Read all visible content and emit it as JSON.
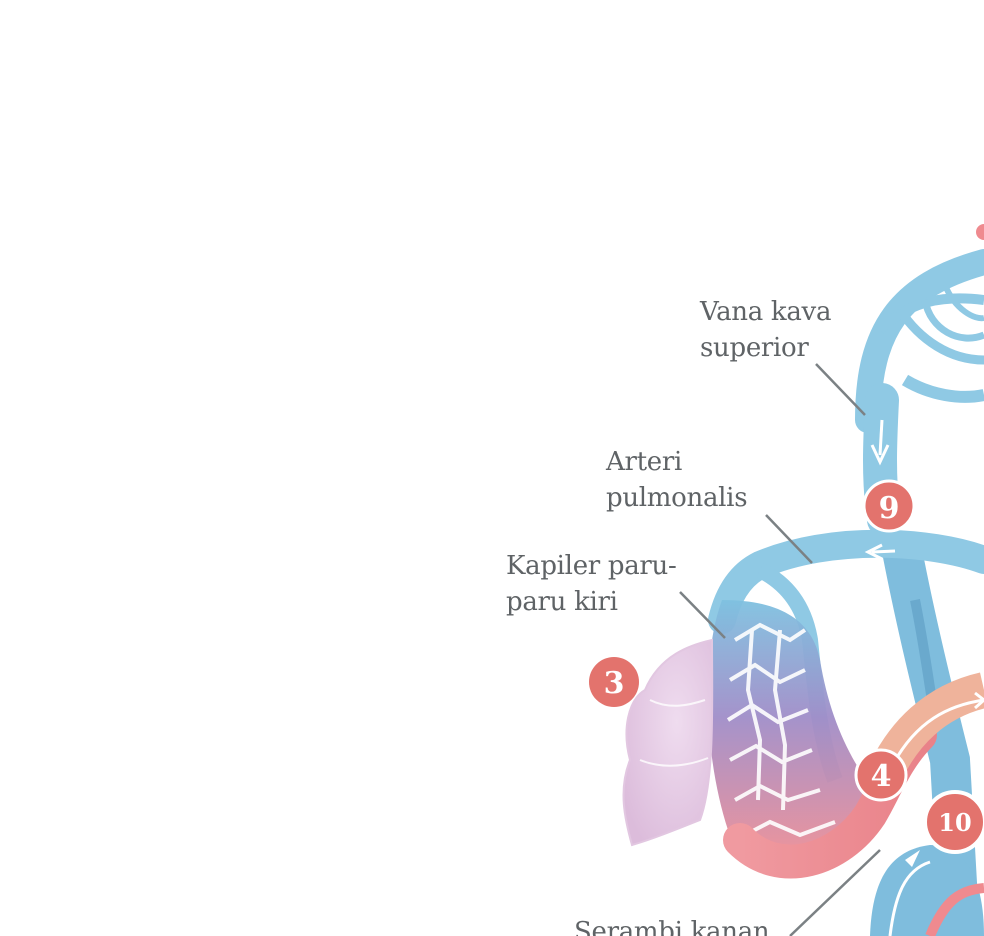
{
  "diagram": {
    "labels": {
      "vena_kava_line1": "Vana kava",
      "vena_kava_line2": "superior",
      "arteri_line1": "Arteri",
      "arteri_line2": "pulmonalis",
      "kapiler_line1": "Kapiler paru-",
      "kapiler_line2": "paru kiri",
      "serambi": "Serambi kanan"
    },
    "badges": {
      "b3": "3",
      "b4": "4",
      "b9": "9",
      "b10": "10"
    },
    "colors": {
      "vein_blue": "#8fc9e4",
      "vein_blue_dark": "#6fb6d8",
      "artery_red": "#ef8a8f",
      "badge_red": "#e3736d",
      "lung_pink": "#e7cde6",
      "capillary_purple": "#a78ec7",
      "label_gray": "#5f6366",
      "leader_gray": "#7b8184"
    }
  }
}
